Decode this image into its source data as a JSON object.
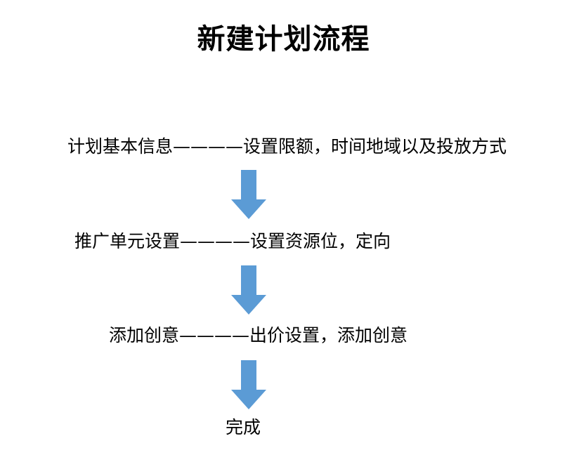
{
  "diagram": {
    "title": "新建计划流程",
    "arrow_color": "#5b9bd5",
    "steps": [
      {
        "text": "计划基本信息————设置限额，时间地域以及投放方式"
      },
      {
        "text": "推广单元设置————设置资源位，定向"
      },
      {
        "text": "添加创意————出价设置，添加创意"
      },
      {
        "text": "完成"
      }
    ],
    "arrows": [
      {
        "icon": "down-arrow-icon"
      },
      {
        "icon": "down-arrow-icon"
      },
      {
        "icon": "down-arrow-icon"
      }
    ]
  }
}
